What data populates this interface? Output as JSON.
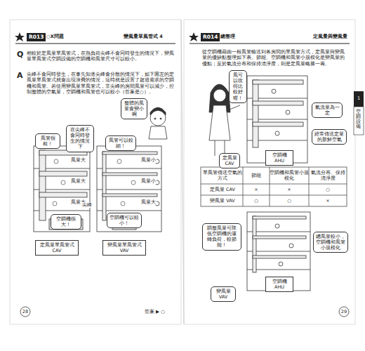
{
  "diagram": {
    "nodes": [
      {
        "text": [
          "風管很粗！"
        ]
      },
      {
        "text": [
          "在尖峰不會同時發生的情況下"
        ]
      },
      {
        "text": [
          "整體的風量會變小啊"
        ]
      },
      {
        "text": [
          "風管可以較細！"
        ]
      },
      {
        "text": [
          "空調機很大！"
        ]
      },
      {
        "text": [
          "空調機可以較小！"
        ]
      },
      {
        "text": [
          "定風量單風管式 CAV"
        ]
      },
      {
        "text": [
          "變風量單風管式 VAV"
        ]
      },
      {
        "text": [
          "風可以吹得比較好喔！"
        ]
      },
      {
        "text": [
          "氣流量為一定"
        ]
      },
      {
        "text": [
          "經常傳送定量的新鮮空氣"
        ]
      },
      {
        "text": [
          "空調機 AHU"
        ]
      },
      {
        "text": [
          "定風量 CAV"
        ]
      },
      {
        "text": [
          "調整風量可降低空調機的運轉負荷，較節能！"
        ]
      },
      {
        "text": [
          "總風量較小，空調機和風管小規模化"
        ]
      },
      {
        "text": [
          "空調機 AHU"
        ]
      },
      {
        "text": [
          "變風量 VAV"
        ]
      }
    ],
    "labels": [
      "R013",
      "○X問題",
      "變風量單風管式 4",
      "Q",
      "相較於定風量單風管式，在熱負荷尖峰不會同時發生的情況下，變風量單風管式空調設備的空調機和風管尺寸可以較小。",
      "A",
      "尖峰不會同時發生，在事先知道尖峰會分散的情況下，如下圖左的定風量單風管式就會出現浪費的情況，這時就是設置了超過需求的空調機和風管。若使用變風量單風管式，非尖峰的房間風量可以減少，控制整體的空氣量，空調機和風管也可以較小（答案是○）。",
      "風量大",
      "風量大",
      "風量大",
      "尖峰",
      "風量小",
      "風量小",
      "風量大",
      "28",
      "答案 ▶ ○",
      "R014",
      "總整理",
      "定風量與變風量",
      "從空調機藉由一根風管輸送到各房間的單風管方式，定風量與變風量的優缺點整理如下表。節能、空調機和風管小規模化是變風量的優點；至於氣流分布和保持清淨度，則是定風量略勝一籌。",
      "1",
      "空調設備",
      "單風管傳送空氣的方式",
      "節能",
      "空調機和風管小規模化",
      "氣流分布、保持清淨度",
      "定風量 CAV",
      "×",
      "×",
      "○",
      "變風量 VAV",
      "○",
      "○",
      "×",
      "29"
    ]
  }
}
